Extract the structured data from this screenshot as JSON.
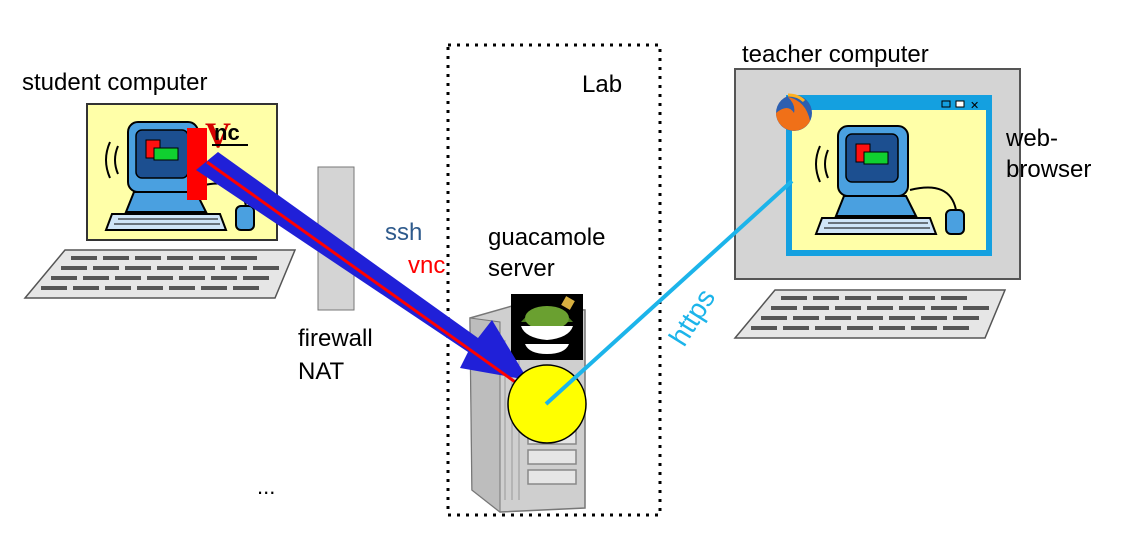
{
  "labels": {
    "student": "student computer",
    "teacher": "teacher computer",
    "lab": "Lab",
    "ssh": "ssh",
    "vnc": "vnc",
    "server_line1": "guacamole",
    "server_line2": "server",
    "firewall_line1": "firewall",
    "firewall_line2": "NAT",
    "browser_line1": "web-",
    "browser_line2": "browser",
    "https": "https",
    "ellipsis": "...",
    "vnc_logo": "nc"
  },
  "colors": {
    "ssh_text": "#2e5a8c",
    "ssh_arrow": "#2020d8",
    "vnc": "#ff0000",
    "https": "#1cb4ea",
    "screen_bg": "#ffffa8",
    "laptop_grey": "#d4d4d4",
    "server_ball": "#ffff00",
    "window_frame": "#14a0e0"
  },
  "icons": [
    "vnc-logo-icon",
    "firefox-icon",
    "guacamole-logo-icon",
    "desktop-computer-icon",
    "mouse-icon",
    "window-minimize-icon",
    "window-maximize-icon",
    "window-close-icon"
  ]
}
